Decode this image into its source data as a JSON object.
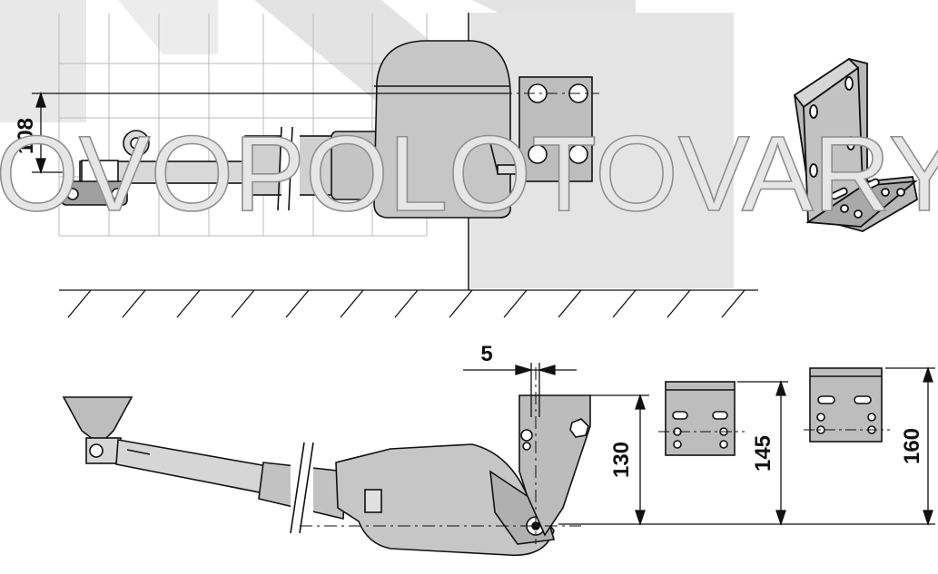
{
  "watermark": {
    "text": "OVOPOLOTOVARY.c"
  },
  "dimensions": {
    "top_height": "108",
    "offset": "5",
    "bracket_a": "130",
    "bracket_b": "145",
    "bracket_c": "160"
  },
  "colors": {
    "part_fill": "#d8d8d8",
    "motor_fill": "#c8c8c8",
    "wall_fill": "#e6e6e6",
    "stroke": "#111111",
    "watermark_fill": "#e6e6e6"
  }
}
